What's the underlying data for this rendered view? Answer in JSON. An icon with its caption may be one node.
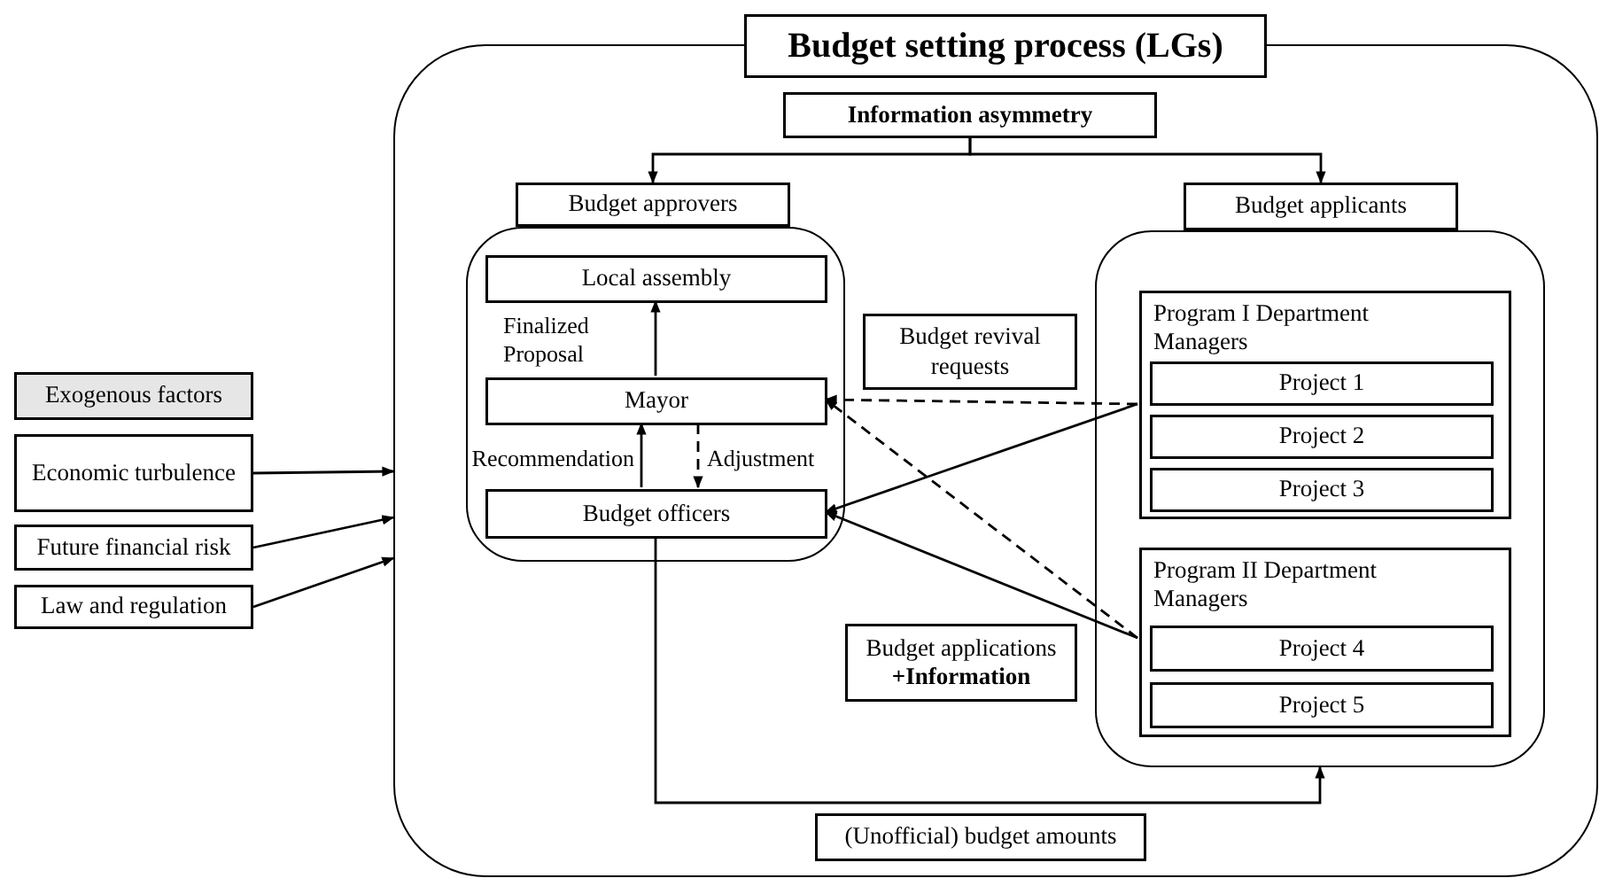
{
  "diagram": {
    "nodes": [
      {
        "text": [
          "Budget setting process (LGs)"
        ]
      },
      {
        "text": [
          "Information asymmetry"
        ],
        "in": 0
      },
      {
        "text": [
          "Budget approvers"
        ],
        "in": 0
      },
      {
        "text": [],
        "shape": "box",
        "in": 0
      },
      {
        "text": [
          "Local assembly"
        ],
        "in": 3
      },
      {
        "text": [
          "Mayor"
        ],
        "in": 3
      },
      {
        "text": [
          "Budget officers"
        ],
        "in": 3
      },
      {
        "text": [
          "Budget revival requests"
        ],
        "in": 0
      },
      {
        "text": [
          "Budget applicants"
        ],
        "in": 0
      },
      {
        "text": [],
        "shape": "box",
        "in": 0
      },
      {
        "text": [
          "Program I Department Managers"
        ],
        "in": 9
      },
      {
        "text": [
          "Project 1"
        ],
        "in": 10
      },
      {
        "text": [
          "Project 2"
        ],
        "in": 10
      },
      {
        "text": [
          "Project 3"
        ],
        "in": 10
      },
      {
        "text": [
          "Program II Department Managers"
        ],
        "in": 9
      },
      {
        "text": [
          "Project 4"
        ],
        "in": 14
      },
      {
        "text": [
          "Project 5"
        ],
        "in": 14
      },
      {
        "text": [
          "Budget applications **+Information**"
        ],
        "in": 0
      },
      {
        "text": [
          "(Unofficial) budget amounts"
        ],
        "in": 0
      },
      {
        "text": [
          "Exogenous factors"
        ]
      },
      {
        "text": [
          "Economic turbulence"
        ]
      },
      {
        "text": [
          "Future financial risk"
        ]
      },
      {
        "text": [
          "Law and regulation"
        ]
      }
    ],
    "edges": [
      {
        "from": 1,
        "to": 2,
        "arrow": "to"
      },
      {
        "from": 1,
        "to": 8,
        "arrow": "to"
      },
      {
        "from": 5,
        "to": 4,
        "arrow": "to",
        "label": "Finalized Proposal"
      },
      {
        "from": 6,
        "to": 5,
        "arrow": "to",
        "label": "Recommendation"
      },
      {
        "from": 5,
        "to": 6,
        "arrow": "to",
        "label": "Adjustment",
        "style": "dashed"
      },
      {
        "from": 10,
        "to": 5,
        "arrow": "to",
        "style": "dashed"
      },
      {
        "from": 10,
        "to": 6,
        "arrow": "to"
      },
      {
        "from": 14,
        "to": 5,
        "arrow": "to",
        "style": "dashed"
      },
      {
        "from": 14,
        "to": 6,
        "arrow": "to"
      },
      {
        "from": 6,
        "to": 9,
        "arrow": "to"
      },
      {
        "from": 20,
        "to": 0,
        "arrow": "to"
      },
      {
        "from": 21,
        "to": 0,
        "arrow": "to"
      },
      {
        "from": 22,
        "to": 0,
        "arrow": "to"
      }
    ]
  }
}
